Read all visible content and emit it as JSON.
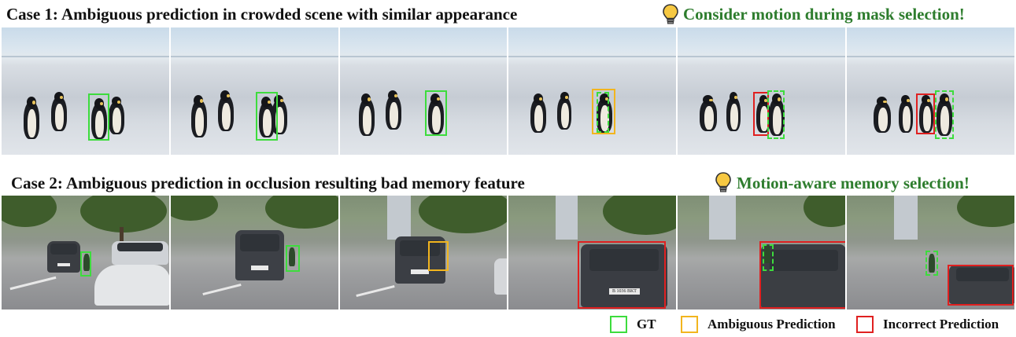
{
  "case1": {
    "title": "Case 1: Ambiguous prediction in crowded scene with similar appearance",
    "tip": "Consider motion during mask selection!",
    "tip_icon": "lightbulb-icon"
  },
  "case2": {
    "title": "Case 2: Ambiguous prediction in occlusion resulting bad memory feature",
    "tip": "Motion-aware memory selection!",
    "tip_icon": "lightbulb-icon",
    "plate_text": "B 1036 BKT"
  },
  "legend": {
    "gt": "GT",
    "ambiguous": "Ambiguous Prediction",
    "incorrect": "Incorrect Prediction"
  },
  "colors": {
    "gt": "#3ddc3d",
    "ambiguous": "#f2b51e",
    "incorrect": "#e02020",
    "tip_text": "#2e7d2e"
  }
}
